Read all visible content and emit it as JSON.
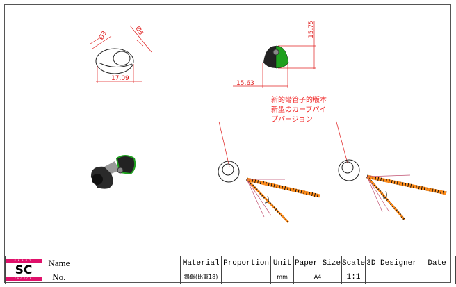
{
  "dimensions": {
    "d3": "Ø3",
    "d5": "Ø5",
    "w1": "17.09",
    "h2": "15.75",
    "w2": "15.63"
  },
  "note": {
    "lines": [
      "新的彎管子的版本",
      "新型のカーブパイ",
      "プバージョン"
    ]
  },
  "title_block": {
    "logo": {
      "top": "SMART",
      "main": "SC",
      "bottom": "CHOICE"
    },
    "name_label": "Name",
    "no_label": "No.",
    "name_value": "",
    "no_value": "",
    "headers": [
      "Material",
      "Proportion",
      "Unit",
      "Paper Size",
      "Scale",
      "3D Designer",
      "Date"
    ],
    "values": [
      "鎢鋼(比重18)",
      "",
      "mm",
      "A4",
      "1:1",
      "",
      ""
    ]
  },
  "colors": {
    "dimension": "#e02020",
    "accent": "#22aa22",
    "tail": "#ff8c1a"
  }
}
